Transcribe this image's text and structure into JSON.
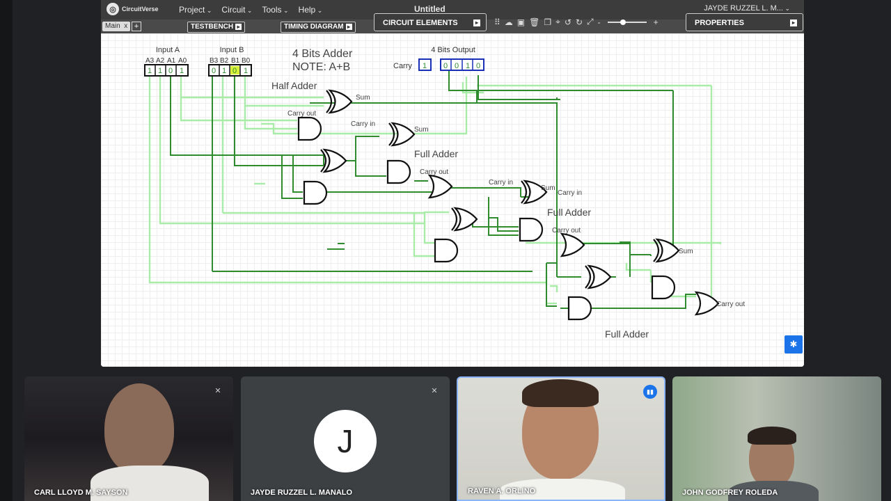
{
  "app": {
    "logo": "CircuitVerse",
    "menus": [
      "Project",
      "Circuit",
      "Tools",
      "Help"
    ],
    "title": "Untitled",
    "user": "JAYDE RUZZEL L. M..."
  },
  "tabs": {
    "main": "Main",
    "close": "x",
    "testbench": "TESTBENCH",
    "timing": "TIMING DIAGRAM"
  },
  "panels": {
    "elements": "CIRCUIT ELEMENTS",
    "properties": "PROPERTIES"
  },
  "colors": {
    "wire_on": "#2e8b2e",
    "wire_off": "#a8eca8",
    "probe_blue": "#1a2fb8",
    "menubar": "#3c3c3c"
  },
  "circuit": {
    "inputA_label": "Input A",
    "inputA_bits": [
      "A3",
      "A2",
      "A1",
      "A0"
    ],
    "inputA_vals": [
      "1",
      "1",
      "0",
      "1"
    ],
    "inputB_label": "Input B",
    "inputB_bits": [
      "B3",
      "B2",
      "B1",
      "B0"
    ],
    "inputB_vals": [
      "0",
      "1",
      "0",
      "1"
    ],
    "title1": "4 Bits Adder",
    "title2": "NOTE: A+B",
    "output_label": "4 Bits Output",
    "carry_label": "Carry",
    "carry_val": "1",
    "output_vals": [
      "0",
      "0",
      "1",
      "0"
    ],
    "half_adder": "Half Adder",
    "full_adder_1": "Full Adder",
    "full_adder_2": "Full Adder",
    "full_adder_3": "Full Adder",
    "sum_1": "Sum",
    "sum_2": "Sum",
    "sum_3": "Sum",
    "sum_4": "Sum",
    "carry_out_1": "Carry out",
    "carry_out_2": "Carry out",
    "carry_out_3": "Carry out",
    "carry_out_4": "Carry out",
    "carry_in_1": "Carry in",
    "carry_in_2": "Carry in",
    "carry_in_3": "Carry in"
  },
  "participants": [
    {
      "name": "CARL LLOYD M. SAYSON",
      "muted": true
    },
    {
      "name": "JAYDE RUZZEL L. MANALO",
      "initial": "J",
      "muted": true
    },
    {
      "name": "RAVEN A. ORLINO",
      "speaking": true
    },
    {
      "name": "JOHN GODFREY ROLEDA"
    }
  ]
}
